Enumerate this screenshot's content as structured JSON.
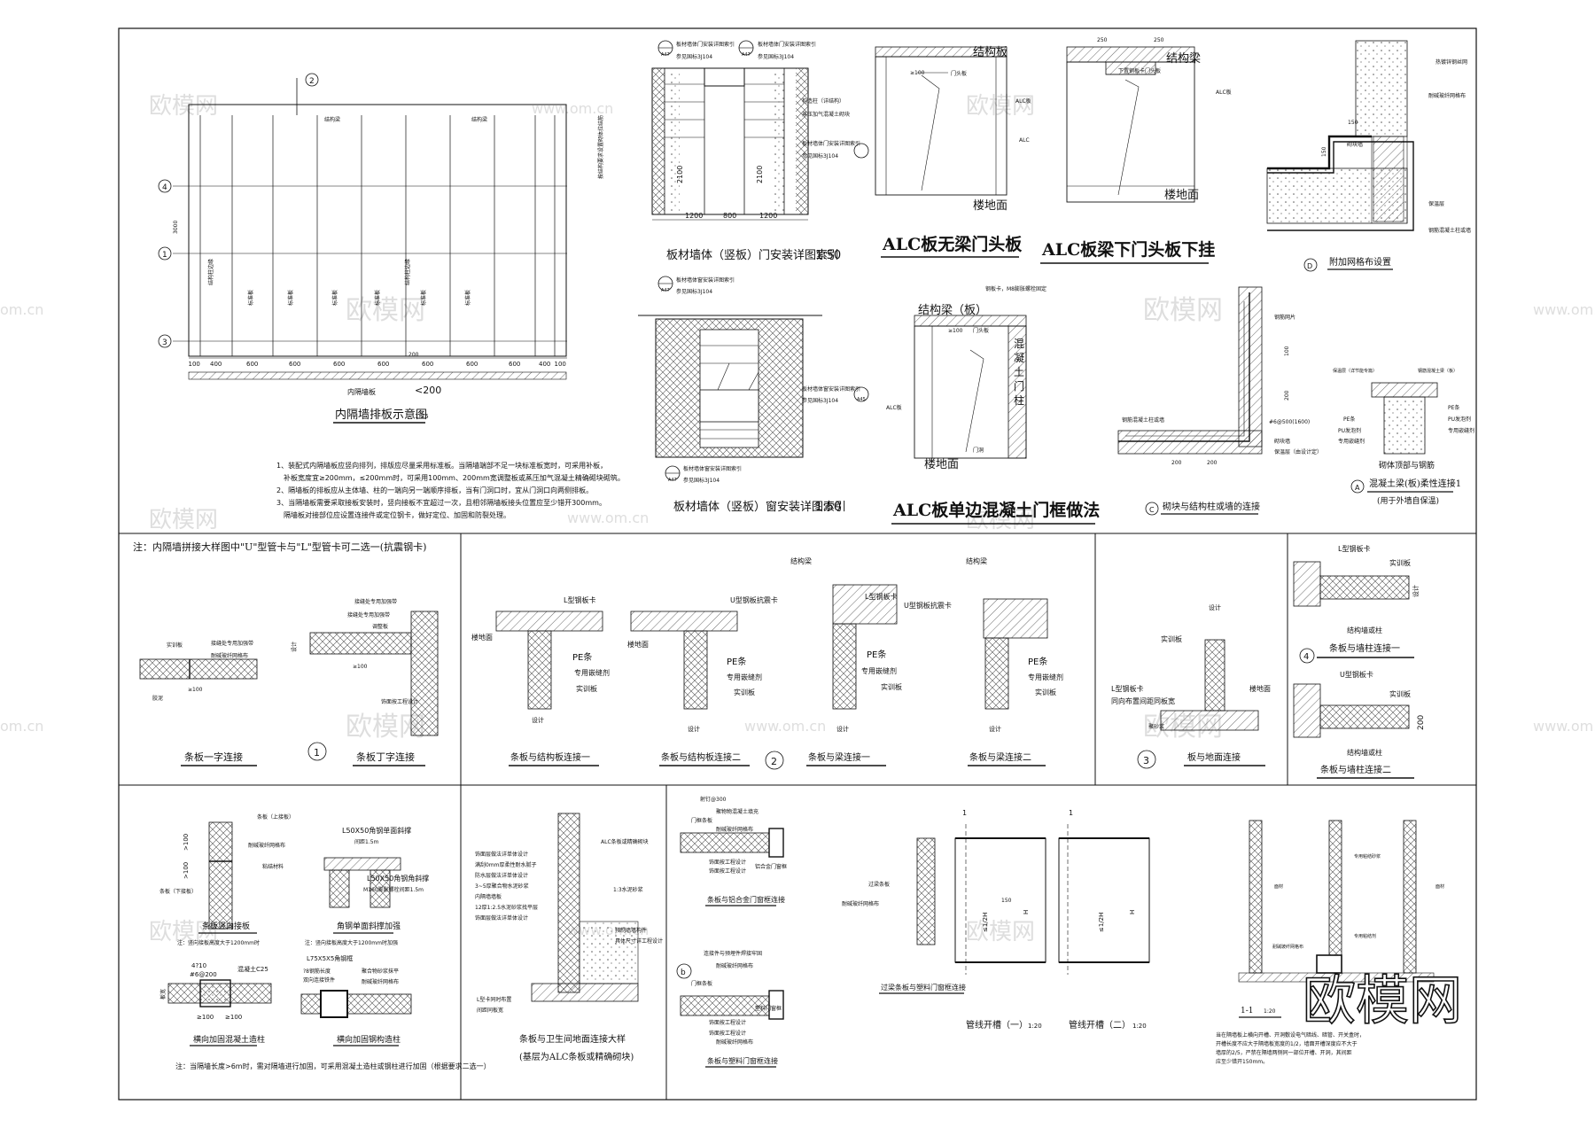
{
  "watermark": {
    "cn": "欧模网",
    "url": "www.om.cn",
    "url_short": "om.cn",
    "logo": "欧模网"
  },
  "p1": {
    "title": "内隔墙排板示意图",
    "scale": "1:25",
    "grid_labels": [
      "2",
      "4",
      "1",
      "3"
    ],
    "beam_label": "结构梁",
    "panel_label": "标准板",
    "edge_label": "结构柱边缘",
    "dims": [
      "100",
      "400",
      "600",
      "600",
      "600",
      "600",
      "600",
      "600",
      "600",
      "400",
      "100"
    ],
    "height_dim": "3000",
    "min_label": "<200",
    "dim_200": "200",
    "bottom_label": "内隔墙板",
    "notes": [
      "1、装配式内隔墙板应竖向排列，排版应尽量采用标准板。当隔墙端部不足一块标准板宽时，可采用补板，",
      "补板宽度宜≥200mm，≤200mm时，可采用100mm、200mm宽调整板或蒸压加气混凝土精确砌块砌筑。",
      "2、隔墙板的排板应从主体墙、柱的一端向另一端顺序排板，当有门洞口时，宜从门洞口向两侧排板。",
      "3、当隔墙板需要采取接板安装时，竖向接板不宜超过一次，且相邻隔墙板接头位置应至少错开300mm。",
      "隔墙板对接部位应设置连接件或定位钢卡，做好定位、加固和防裂处理。"
    ]
  },
  "p2": {
    "ref_left": [
      "板材墙体门安装详图索引",
      "参见国标3J104"
    ],
    "ref_right": [
      "板材墙体门安装详图索引",
      "参见国标3J104"
    ],
    "ref_id": "A47",
    "notes": [
      "构造柱（详结构）",
      "蒸压加气混凝土砌块",
      "板材墙体门安装详图索引",
      "参见国标3J104"
    ],
    "side_note": "按结构要求设置砌体拉结筋",
    "dims": [
      "1200",
      "800",
      "1200",
      "2100"
    ],
    "title": "板材墙体（竖板）门安装详图索引",
    "scale": "1:50"
  },
  "p3": {
    "ref_top": [
      "板材墙体窗安装详图索引",
      "参见国标3J104"
    ],
    "ref_right": [
      "板材墙体窗安装详图索引",
      "参见国标3J104"
    ],
    "ref_bottom": [
      "板材墙体窗安装详图索引",
      "参见国标3J104"
    ],
    "ref_id": "A47",
    "ref_id2": "A45",
    "title": "板材墙体（竖板）窗安装详图索引",
    "scale": "1:50"
  },
  "p4": {
    "slab": "结构板",
    "door_label": "门头板",
    "alc": "ALC板",
    "alc2": "ALC",
    "floor": "楼地面",
    "dim": "≥100",
    "title": "ALC板无梁门头板"
  },
  "p5": {
    "beam": "结构梁",
    "inner": "下置钢板卡门头板",
    "alc": "ALC板",
    "floor": "楼地面",
    "dims": [
      "250",
      "250"
    ],
    "title": "ALC板梁下门头板下挂"
  },
  "p6": {
    "beam": "结构梁（板）",
    "top_note": "钢板卡，M8膨胀螺栓固定",
    "door_label": "门头板",
    "col": "混凝土门柱",
    "alc": "ALC板",
    "floor": "楼地面",
    "door": "门洞",
    "dim": "≥100",
    "title": "ALC板单边混凝土门框做法"
  },
  "p7": {
    "notes": [
      "热镀锌钢丝网",
      "耐碱玻纤网格布",
      "砌块墙",
      "保温层",
      "钢筋混凝土柱或墙"
    ],
    "dims": [
      "150",
      "150"
    ],
    "label": "D",
    "title": "附加网格布设置"
  },
  "p8": {
    "notes": [
      "钢筋网片",
      "钢筋混凝土柱或墙",
      "砌块墙",
      "保温层（由设计定）"
    ],
    "dims": [
      "100",
      "200",
      "200",
      "200"
    ],
    "rebar": "#6@500(1600)",
    "label": "C",
    "title": "砌块与结构柱或墙的连接"
  },
  "p9": {
    "notes": [
      "保温层（详节能专篇）",
      "钢筋混凝土梁（板）",
      "PE条",
      "PU发泡剂",
      "专用嵌缝剂"
    ],
    "sub": [
      "砌体顶部与钢筋",
      "混凝土梁(板)柔性连接1"
    ],
    "label": "A",
    "caption": "(用于外墙自保温)"
  },
  "s2": {
    "note": "注：内隔墙拼接大样图中\"U\"型管卡与\"L\"型管卡可二选一(抗震钢卡)",
    "a_labels": [
      "实训板",
      "接缝处专用加强带",
      "耐碱玻纤网格布",
      "≥100",
      "胶泥"
    ],
    "a_title": "条板一字连接",
    "b_labels": [
      "接缝处专用加强带",
      "调整板",
      "设计",
      "≥100",
      "饰面按工程设计"
    ],
    "b_title": "条板丁字连接",
    "num1": "1",
    "c": {
      "lcard": "L型钢板卡",
      "floor": "楼地面",
      "pe": "PE条",
      "seal": "专用嵌缝剂",
      "board": "实训板",
      "dim": "设计",
      "title": "条板与结构板连接一"
    },
    "d": {
      "ucard": "U型钢板抗震卡",
      "floor": "楼地面",
      "pe": "PE条",
      "seal": "专用嵌缝剂",
      "board": "实训板",
      "dim": "设计",
      "title": "条板与结构板连接二"
    },
    "num2": "2",
    "e": {
      "beam": "结构梁",
      "lcard": "L型钢板卡",
      "pe": "PE条",
      "seal": "专用嵌缝剂",
      "board": "实训板",
      "dim": "设计",
      "title": "条板与梁连接一"
    },
    "f": {
      "beam": "结构梁",
      "ucard": "U型钢板抗震卡",
      "pe": "PE条",
      "seal": "专用嵌缝剂",
      "board": "实训板",
      "dim": "设计",
      "title": "条板与梁连接二"
    },
    "g": {
      "dim": "设计",
      "board": "实训板",
      "lcard": "L型钢板卡",
      "note": "同向布置间距同板宽",
      "floor": "楼地面",
      "mortar": "聚砂浆",
      "title": "板与地面连接",
      "num": "3"
    },
    "h": {
      "lcard": "L型钢板卡",
      "board": "实训板",
      "dim": "设计",
      "col": "结构墙或柱",
      "num": "4",
      "title": "条板与墙柱连接一"
    },
    "i": {
      "ucard": "U型钢板卡",
      "board": "实训板",
      "dim": "200",
      "col": "结构墙或柱",
      "title": "条板与墙柱连接二"
    }
  },
  "s3": {
    "a": {
      "labels": [
        "条板（上接板）",
        "耐碱玻纤网格布",
        "粘结材料",
        "条板（下接板）"
      ],
      "dims": [
        ">100",
        ">100"
      ],
      "title": "条板竖向接板",
      "note": "注：竖向接板高度大于1200mm时"
    },
    "b": {
      "labels": [
        "L50X50角钢单面斜撑",
        "间距1.5m",
        "L50X50角钢角斜撑",
        "M160膨胀螺栓间距1.5m"
      ],
      "title": "角钢单面斜撑加强",
      "note": "注：竖向接板高度大于1200mm时加强"
    },
    "c": {
      "labels": [
        "4?10",
        "#6@200",
        "混凝土C25"
      ],
      "dims": [
        "≥100",
        "≥100",
        "板宽"
      ],
      "title": "横向加固混凝土造柱"
    },
    "d": {
      "labels": [
        "L75X5X5角钢框",
        "?8钢筋长度",
        "双向连接铁件",
        "聚合物砂浆抹平",
        "耐碱玻纤网格布"
      ],
      "title": "横向加固钢构造柱"
    },
    "note": "注：当隔墙长度>6m时，需对隔墙进行加固，可采用混凝土造柱或钢柱进行加固（根据要求二选一）",
    "e": {
      "labels": [
        "饰面层做法详单体设计",
        "满刮0mm厚柔性耐水腻子",
        "防水层做法详单体设计",
        "3~5厚聚合物水泥砂浆",
        "内隔墙墙板",
        "12厚1:2.5水泥砂浆找平层",
        "饰面层做法详单体设计"
      ],
      "right": [
        "ALC条板或精确砌块",
        "1:3水泥砂浆",
        "预制墙墙构件",
        "具体尺寸详工程设计"
      ],
      "floor": "L型卡同时布置",
      "floor2": "间距同板宽",
      "title": "条板与卫生间地面连接大样",
      "sub": "(基层为ALC条板或精确砌块)"
    },
    "f": {
      "labels": [
        "射钉@300",
        "聚物物混凝土填充",
        "门框条板",
        "耐碱玻纤网格布",
        "饰面按工程设计",
        "饰面按工程设计",
        "铝合金门窗框"
      ],
      "title": "条板与铝合金门窗框连接",
      "b_labels": [
        "连接件与预埋件焊接牢固",
        "耐碱玻纤网格布",
        "门框条板",
        "饰面按工程设计",
        "饰面按工程设计",
        "塑料门窗框",
        "耐碱玻纤网格布"
      ],
      "b_title": "条板与塑料门窗框连接",
      "b": "b"
    },
    "g": {
      "labels": [
        "过梁条板",
        "耐碱玻纤网格布"
      ],
      "title": "过梁条板与塑料门窗框连接",
      "t1": "管线开槽（一）",
      "s1": "1:20",
      "t2": "管线开槽（二）",
      "s2": "1:20",
      "dims": [
        "150",
        "≤1/2H",
        "H"
      ],
      "section": "1"
    },
    "h": {
      "labels": [
        "面材",
        "专用粘结砂浆",
        "面材",
        "专用粘结剂",
        "耐碱玻纤网格布"
      ],
      "section": "1-1",
      "scale": "1:20",
      "notes": [
        "当在隔墙板上横向开槽、开洞敷设电气暗线、暗管、开关盒时，",
        "开槽长度不应大于隔墙板宽度的1/2，墙面开槽深度应不大于",
        "墙厚的2/5，严禁在隔墙两侧同一部位开槽、开洞，其间距",
        "应至少错开150mm。"
      ]
    }
  }
}
